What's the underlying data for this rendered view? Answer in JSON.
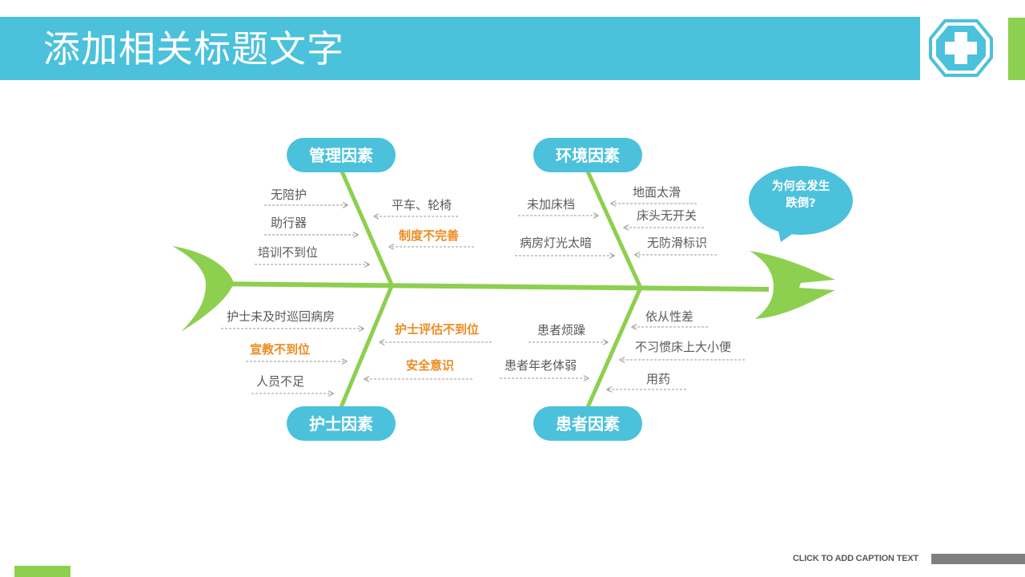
{
  "title": "添加相关标题文字",
  "caption": "CLICK TO ADD CAPTION TEXT",
  "colors": {
    "header_blue": "#4bc1dc",
    "fish_green": "#8dcf4f",
    "highlight_orange": "#ed8b1f",
    "text_gray": "#595959"
  },
  "logo_icon": "medical-cross-icon",
  "problem": {
    "line1": "为何会发生",
    "line2": "跌倒?"
  },
  "categories": {
    "management": {
      "label": "管理因素",
      "causes": [
        "无陪护",
        "助行器",
        "培训不到位",
        "平车、轮椅",
        "制度不完善"
      ],
      "highlighted": [
        "制度不完善"
      ]
    },
    "environment": {
      "label": "环境因素",
      "causes": [
        "未加床档",
        "病房灯光太暗",
        "地面太滑",
        "床头无开关",
        "无防滑标识"
      ],
      "highlighted": []
    },
    "nurse": {
      "label": "护士因素",
      "causes": [
        "护士未及时巡回病房",
        "宣教不到位",
        "人员不足",
        "护士评估不到位",
        "安全意识"
      ],
      "highlighted": [
        "宣教不到位",
        "护士评估不到位",
        "安全意识"
      ]
    },
    "patient": {
      "label": "患者因素",
      "causes": [
        "患者烦躁",
        "患者年老体弱",
        "依从性差",
        "不习惯床上大小便",
        "用药"
      ],
      "highlighted": []
    }
  }
}
